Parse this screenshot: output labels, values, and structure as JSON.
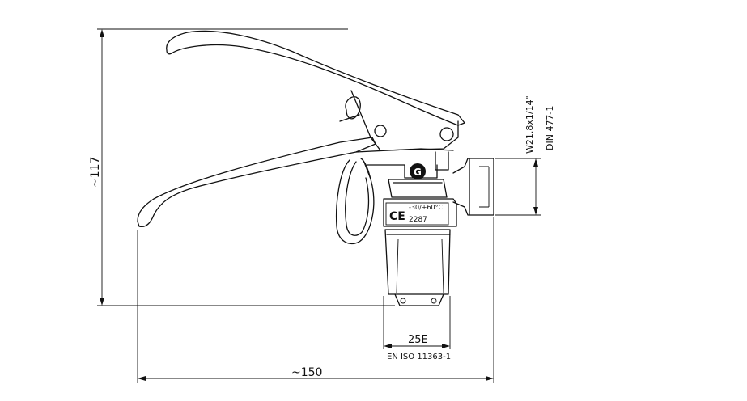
{
  "drawing": {
    "dim_height": "~117",
    "dim_width": "~150",
    "dim_thread": "25E",
    "standard_thread": "EN ISO 11363-1",
    "connection_thread": "W21.8x1/14\"",
    "connection_standard": "DIN 477-1",
    "ce_mark": "CE",
    "temperature_range": "-30/+60°C",
    "notified_body_number": "2287"
  }
}
